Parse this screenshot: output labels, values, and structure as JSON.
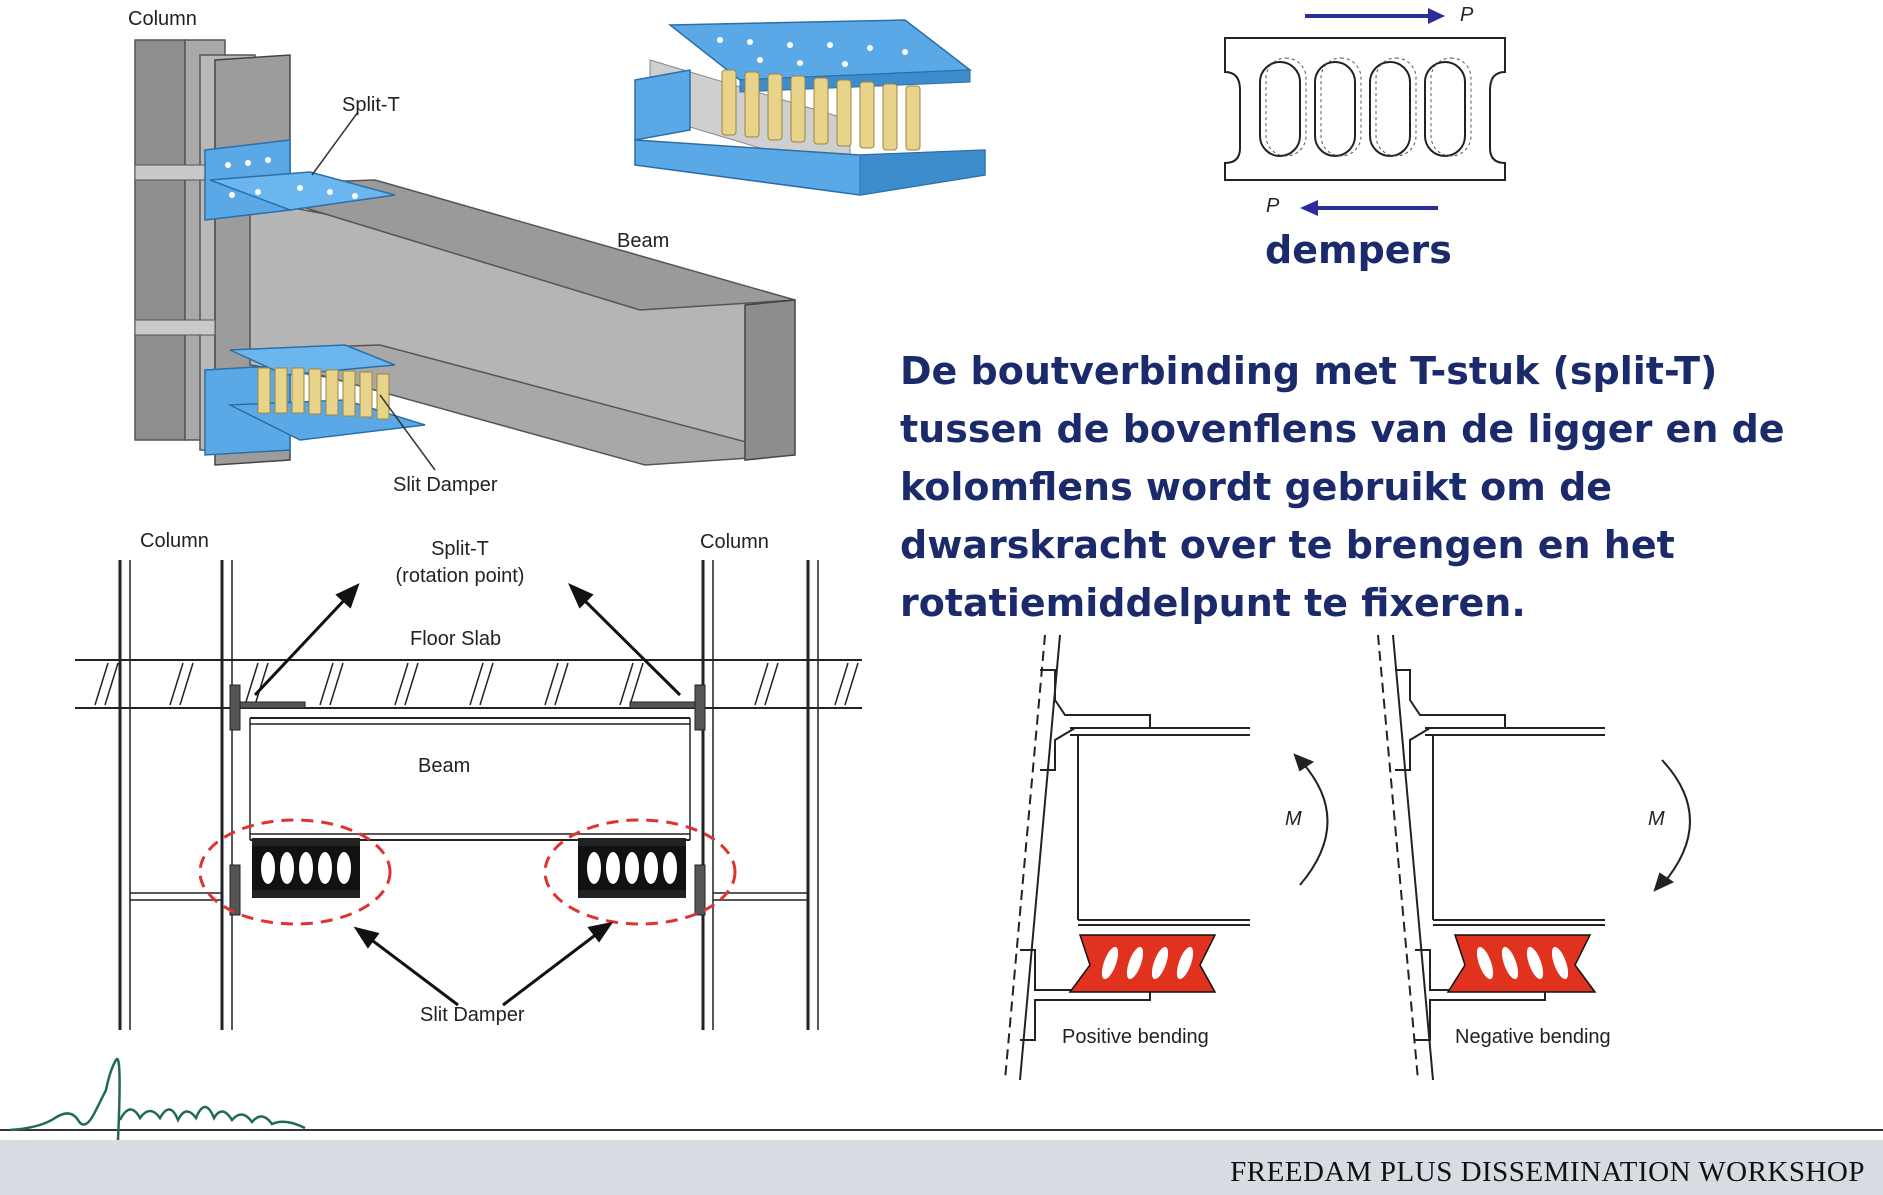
{
  "iso_view": {
    "column_label": "Column",
    "split_t_label": "Split-T",
    "beam_label": "Beam",
    "slit_damper_label": "Slit Damper"
  },
  "damper_closeup": {
    "force_label_top": "P",
    "force_label_bottom": "P",
    "caption": "dempers"
  },
  "description": "De boutverbinding met T-stuk (split-T) tussen de bovenflens van de ligger en de kolomflens wordt gebruikt om de dwarskracht over te brengen en het rotatiemiddelpunt te fixeren.",
  "frame_diagram": {
    "column_left_label": "Column",
    "column_right_label": "Column",
    "split_t_label_line1": "Split-T",
    "split_t_label_line2": "(rotation point)",
    "floor_slab_label": "Floor Slab",
    "beam_label": "Beam",
    "slit_damper_label": "Slit Damper"
  },
  "bending": {
    "positive_label": "Positive bending",
    "negative_label": "Negative bending",
    "moment_label_left": "M",
    "moment_label_right": "M"
  },
  "footer": {
    "title": "FREEDAM PLUS DISSEMINATION WORKSHOP"
  },
  "colors": {
    "steel_blue": "#5aa9e6",
    "damper_tan": "#e8d38a",
    "damper_red": "#e0321e",
    "text_navy": "#1b2a6b",
    "arrow_navy": "#2a2d9a",
    "footer_gray": "#d9dbe2"
  }
}
